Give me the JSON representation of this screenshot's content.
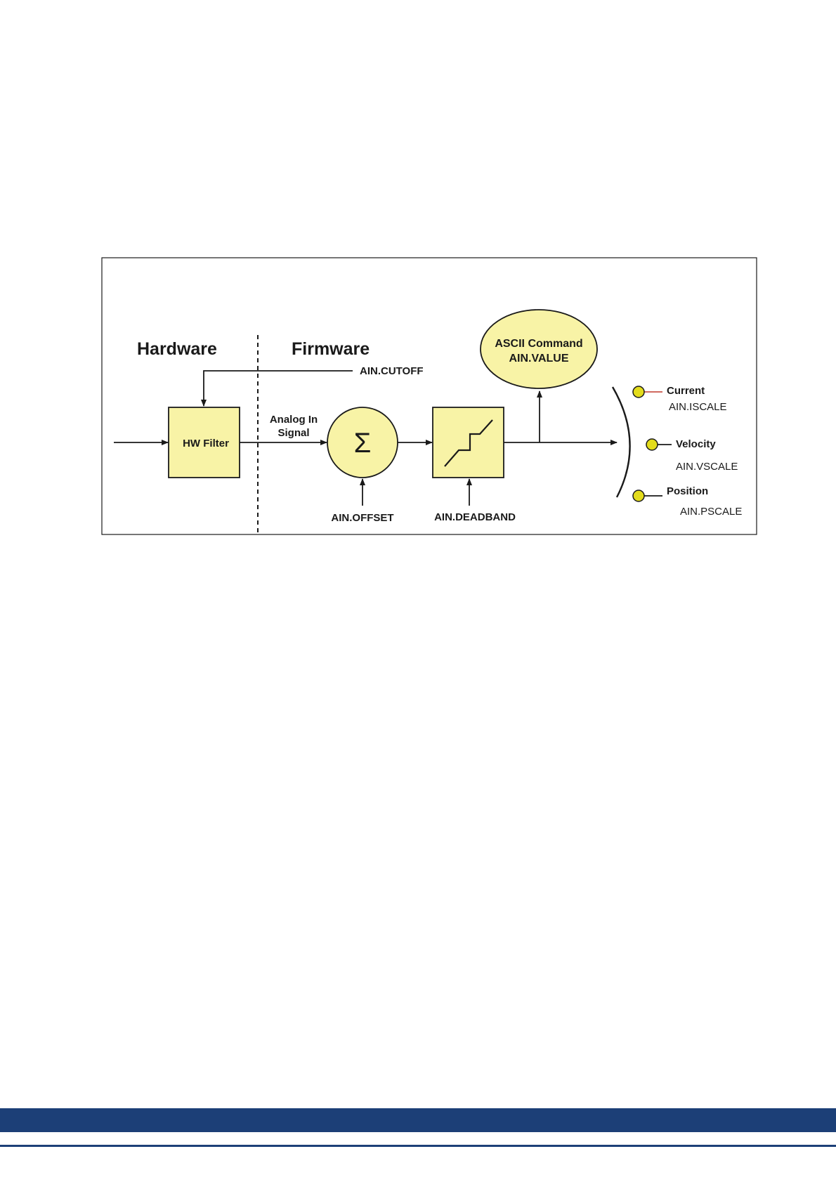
{
  "diagram": {
    "headings": {
      "hardware": "Hardware",
      "firmware": "Firmware"
    },
    "hw_filter_label": "HW Filter",
    "cutoff_label": "AIN.CUTOFF",
    "analog_in_line1": "Analog In",
    "analog_in_line2": "Signal",
    "summing_symbol": "Σ",
    "offset_label": "AIN.OFFSET",
    "deadband_label": "AIN.DEADBAND",
    "ascii_line1": "ASCII Command",
    "ascii_line2": "AIN.VALUE",
    "outputs": [
      {
        "name": "Current",
        "param": "AIN.ISCALE"
      },
      {
        "name": "Velocity",
        "param": "AIN.VSCALE"
      },
      {
        "name": "Position",
        "param": "AIN.PSCALE"
      }
    ],
    "colors": {
      "block_fill": "#f8f3a6",
      "indicator_fill": "#e3dc1c",
      "current_lead": "#c0392b",
      "footer": "#1c3f77"
    }
  }
}
